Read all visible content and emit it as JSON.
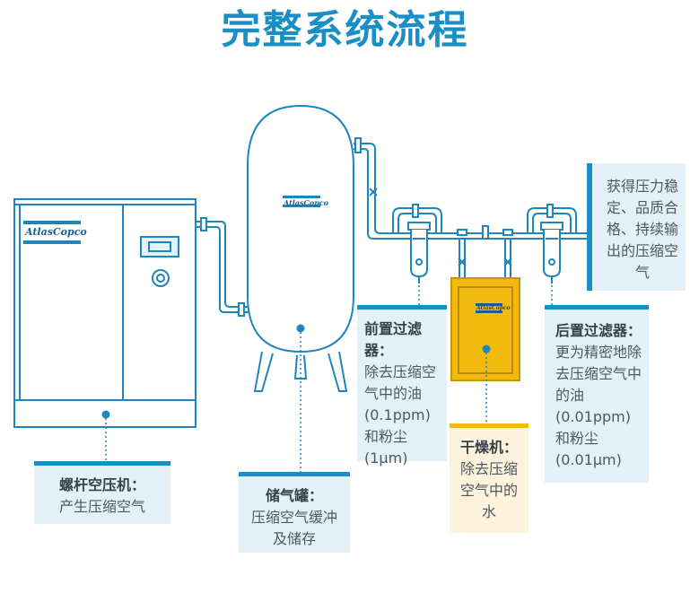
{
  "title": "完整系统流程",
  "brand": "AtlasCopco",
  "components": {
    "compressor": {
      "head": "螺杆空压机：",
      "desc": "产生压缩空气"
    },
    "tank": {
      "head": "储气罐：",
      "desc": "压缩空气缓冲及储存"
    },
    "pre_filter": {
      "head": "前置过滤器：",
      "desc": "除去压缩空气中的油(0.1ppm)和粉尘(1μm)"
    },
    "dryer": {
      "head": "干燥机：",
      "desc": "除去压缩空气中的水"
    },
    "post_filter": {
      "head": "后置过滤器：",
      "desc": "更为精密地除去压缩空气中的油(0.01ppm)和粉尘(0.01μm)"
    },
    "output": {
      "desc": "获得压力稳定、品质合格、持续输出的压缩空气"
    }
  },
  "colors": {
    "accent_blue": "#1a8fc6",
    "line_blue": "#1f86bb",
    "dryer_yellow": "#f2b90f",
    "box_bg": "#e4f1f8"
  }
}
